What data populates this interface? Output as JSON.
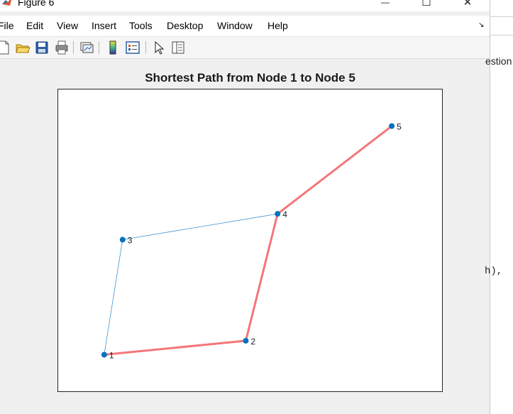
{
  "window": {
    "title": "Figure 6",
    "minimize_glyph": "—",
    "maximize_glyph": "☐",
    "close_glyph": "✕"
  },
  "menu": {
    "items": [
      {
        "id": "file",
        "label": "File"
      },
      {
        "id": "edit",
        "label": "Edit"
      },
      {
        "id": "view",
        "label": "View"
      },
      {
        "id": "insert",
        "label": "Insert"
      },
      {
        "id": "tools",
        "label": "Tools"
      },
      {
        "id": "desktop",
        "label": "Desktop"
      },
      {
        "id": "window",
        "label": "Window"
      },
      {
        "id": "help",
        "label": "Help"
      }
    ],
    "dock_glyph": "↘"
  },
  "toolbar": {
    "icons": [
      "new-figure-icon",
      "open-file-icon",
      "save-icon",
      "print-icon",
      "link-plot-icon",
      "colorbar-icon",
      "legend-icon",
      "edit-plot-icon",
      "property-inspector-icon"
    ]
  },
  "chart_data": {
    "type": "graph",
    "title": "Shortest Path from Node 1 to Node 5",
    "nodes": [
      {
        "id": "1",
        "label": "1",
        "x": 0.0,
        "y": 0.0
      },
      {
        "id": "2",
        "label": "2",
        "x": 0.985,
        "y": 0.061
      },
      {
        "id": "3",
        "label": "3",
        "x": 0.128,
        "y": 0.503
      },
      {
        "id": "4",
        "label": "4",
        "x": 1.206,
        "y": 0.616
      },
      {
        "id": "5",
        "label": "5",
        "x": 2.0,
        "y": 1.0
      }
    ],
    "edges": [
      {
        "from": "1",
        "to": "2",
        "highlighted": true
      },
      {
        "from": "2",
        "to": "4",
        "highlighted": true
      },
      {
        "from": "4",
        "to": "5",
        "highlighted": true
      },
      {
        "from": "1",
        "to": "3",
        "highlighted": false
      },
      {
        "from": "3",
        "to": "4",
        "highlighted": false
      }
    ],
    "shortest_path": [
      "1",
      "2",
      "4",
      "5"
    ],
    "xlim": [
      -0.32,
      2.35
    ],
    "ylim": [
      -0.16,
      1.16
    ],
    "colors": {
      "node": "#0072bd",
      "edge": "#0072bd",
      "highlight": "#f4767a"
    }
  },
  "background_window": {
    "partial_texts": [
      "estion",
      "h),"
    ]
  }
}
